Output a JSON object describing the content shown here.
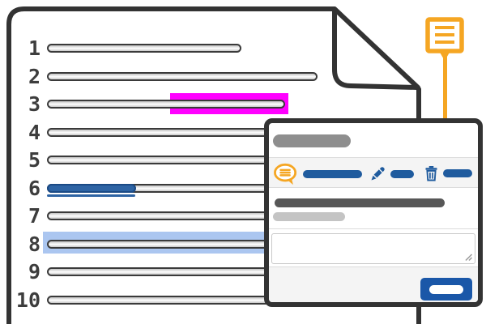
{
  "document": {
    "line_numbers": [
      "1",
      "2",
      "3",
      "4",
      "5",
      "6",
      "7",
      "8",
      "9",
      "10"
    ],
    "annotations": {
      "magenta_highlight": {
        "line": "3",
        "color": "#ff00ff"
      },
      "blue_underlined_text": {
        "line": "6",
        "color": "#2e64a4"
      },
      "blue_highlight": {
        "line": "8",
        "color": "#abc6f0"
      }
    }
  },
  "marker": {
    "icon": "note-marker-icon",
    "color": "#f5a623"
  },
  "popup": {
    "toolbar": {
      "tools": [
        {
          "icon": "speech-bubble-icon",
          "name": "comment",
          "color": "#f5a623"
        },
        {
          "icon": "pencil-icon",
          "name": "edit",
          "color": "#1f5b9e"
        },
        {
          "icon": "trash-icon",
          "name": "delete",
          "color": "#1f5b9e"
        }
      ]
    },
    "reply_textarea": {
      "value": ""
    }
  },
  "colors": {
    "outline_dark": "#333333",
    "line_fill_gray": "#d9d9d9",
    "accent_blue": "#1f5b9e",
    "accent_orange": "#f5a623",
    "magenta_highlight": "#ff00ff",
    "blue_highlight": "#abc6f0",
    "panel_band_gray": "#f4f4f4",
    "title_pill_gray": "#8e8e8e",
    "comment_dark_gray": "#575757",
    "comment_light_gray": "#c4c4c4",
    "button_blue": "#1a57a8"
  }
}
